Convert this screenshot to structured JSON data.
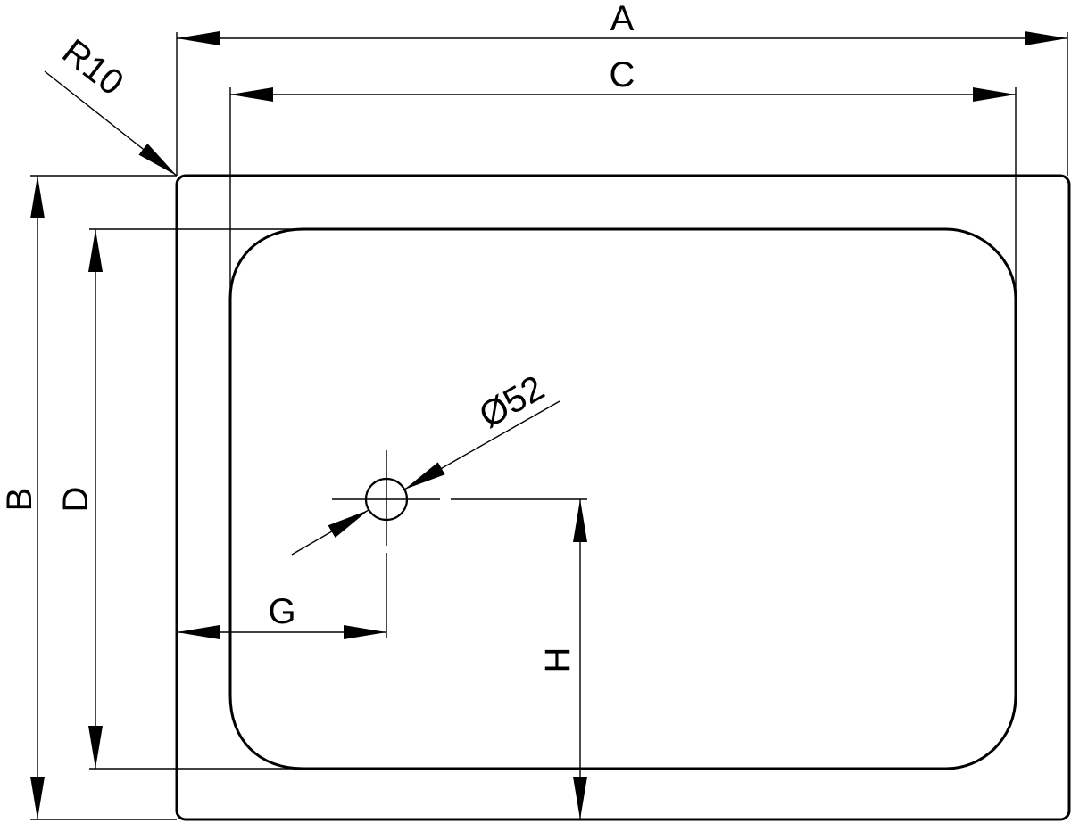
{
  "labels": {
    "A": "A",
    "B": "B",
    "C": "C",
    "D": "D",
    "G": "G",
    "H": "H",
    "radius": "R10",
    "drain_diameter": "Ø52"
  }
}
